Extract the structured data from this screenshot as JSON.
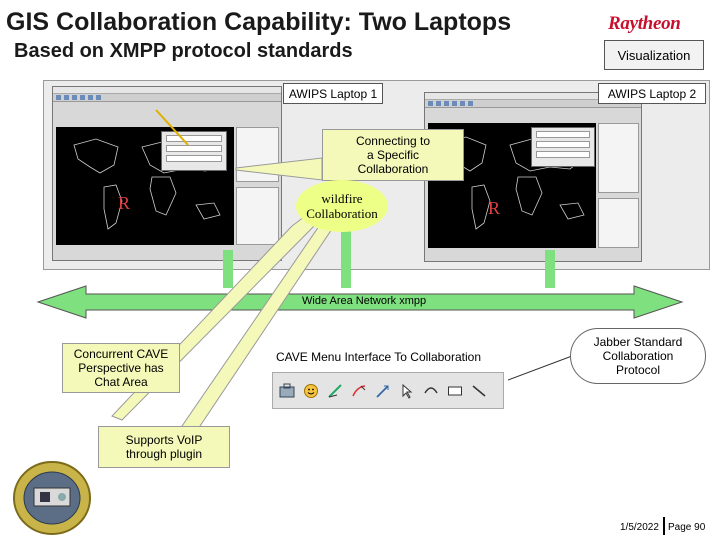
{
  "header": {
    "title": "GIS Collaboration Capability: Two Laptops",
    "subtitle": "Based on XMPP protocol standards",
    "logo_text": "Raytheon",
    "visualization_label": "Visualization"
  },
  "laptops": [
    {
      "label": "AWIPS Laptop 1"
    },
    {
      "label": "AWIPS Laptop 2"
    }
  ],
  "callouts": {
    "connecting": "Connecting to a Specific Collaboration",
    "wildfire": "wildfire Collaboration",
    "cave_chat": "Concurrent CAVE Perspective has Chat Area",
    "cave_menu": "CAVE Menu Interface To Collaboration",
    "jabber": "Jabber Standard Collaboration Protocol",
    "voip": "Supports VoIP through plugin"
  },
  "network": {
    "label": "Wide Area Network   xmpp"
  },
  "toolbar_icons": [
    "toolbox-icon",
    "smiley-icon",
    "pencil-line-icon",
    "pencil-curve-icon",
    "pencil-arrow-icon",
    "pointer-icon",
    "arc-icon",
    "rectangle-icon",
    "line-icon"
  ],
  "footer": {
    "date": "1/5/2022",
    "page": "Page 90"
  },
  "colors": {
    "network_arrow": "#7fe07f",
    "callout_fill": "#f4f8b8",
    "wildfire_fill": "#eeff88",
    "logo": "#c8102e"
  }
}
